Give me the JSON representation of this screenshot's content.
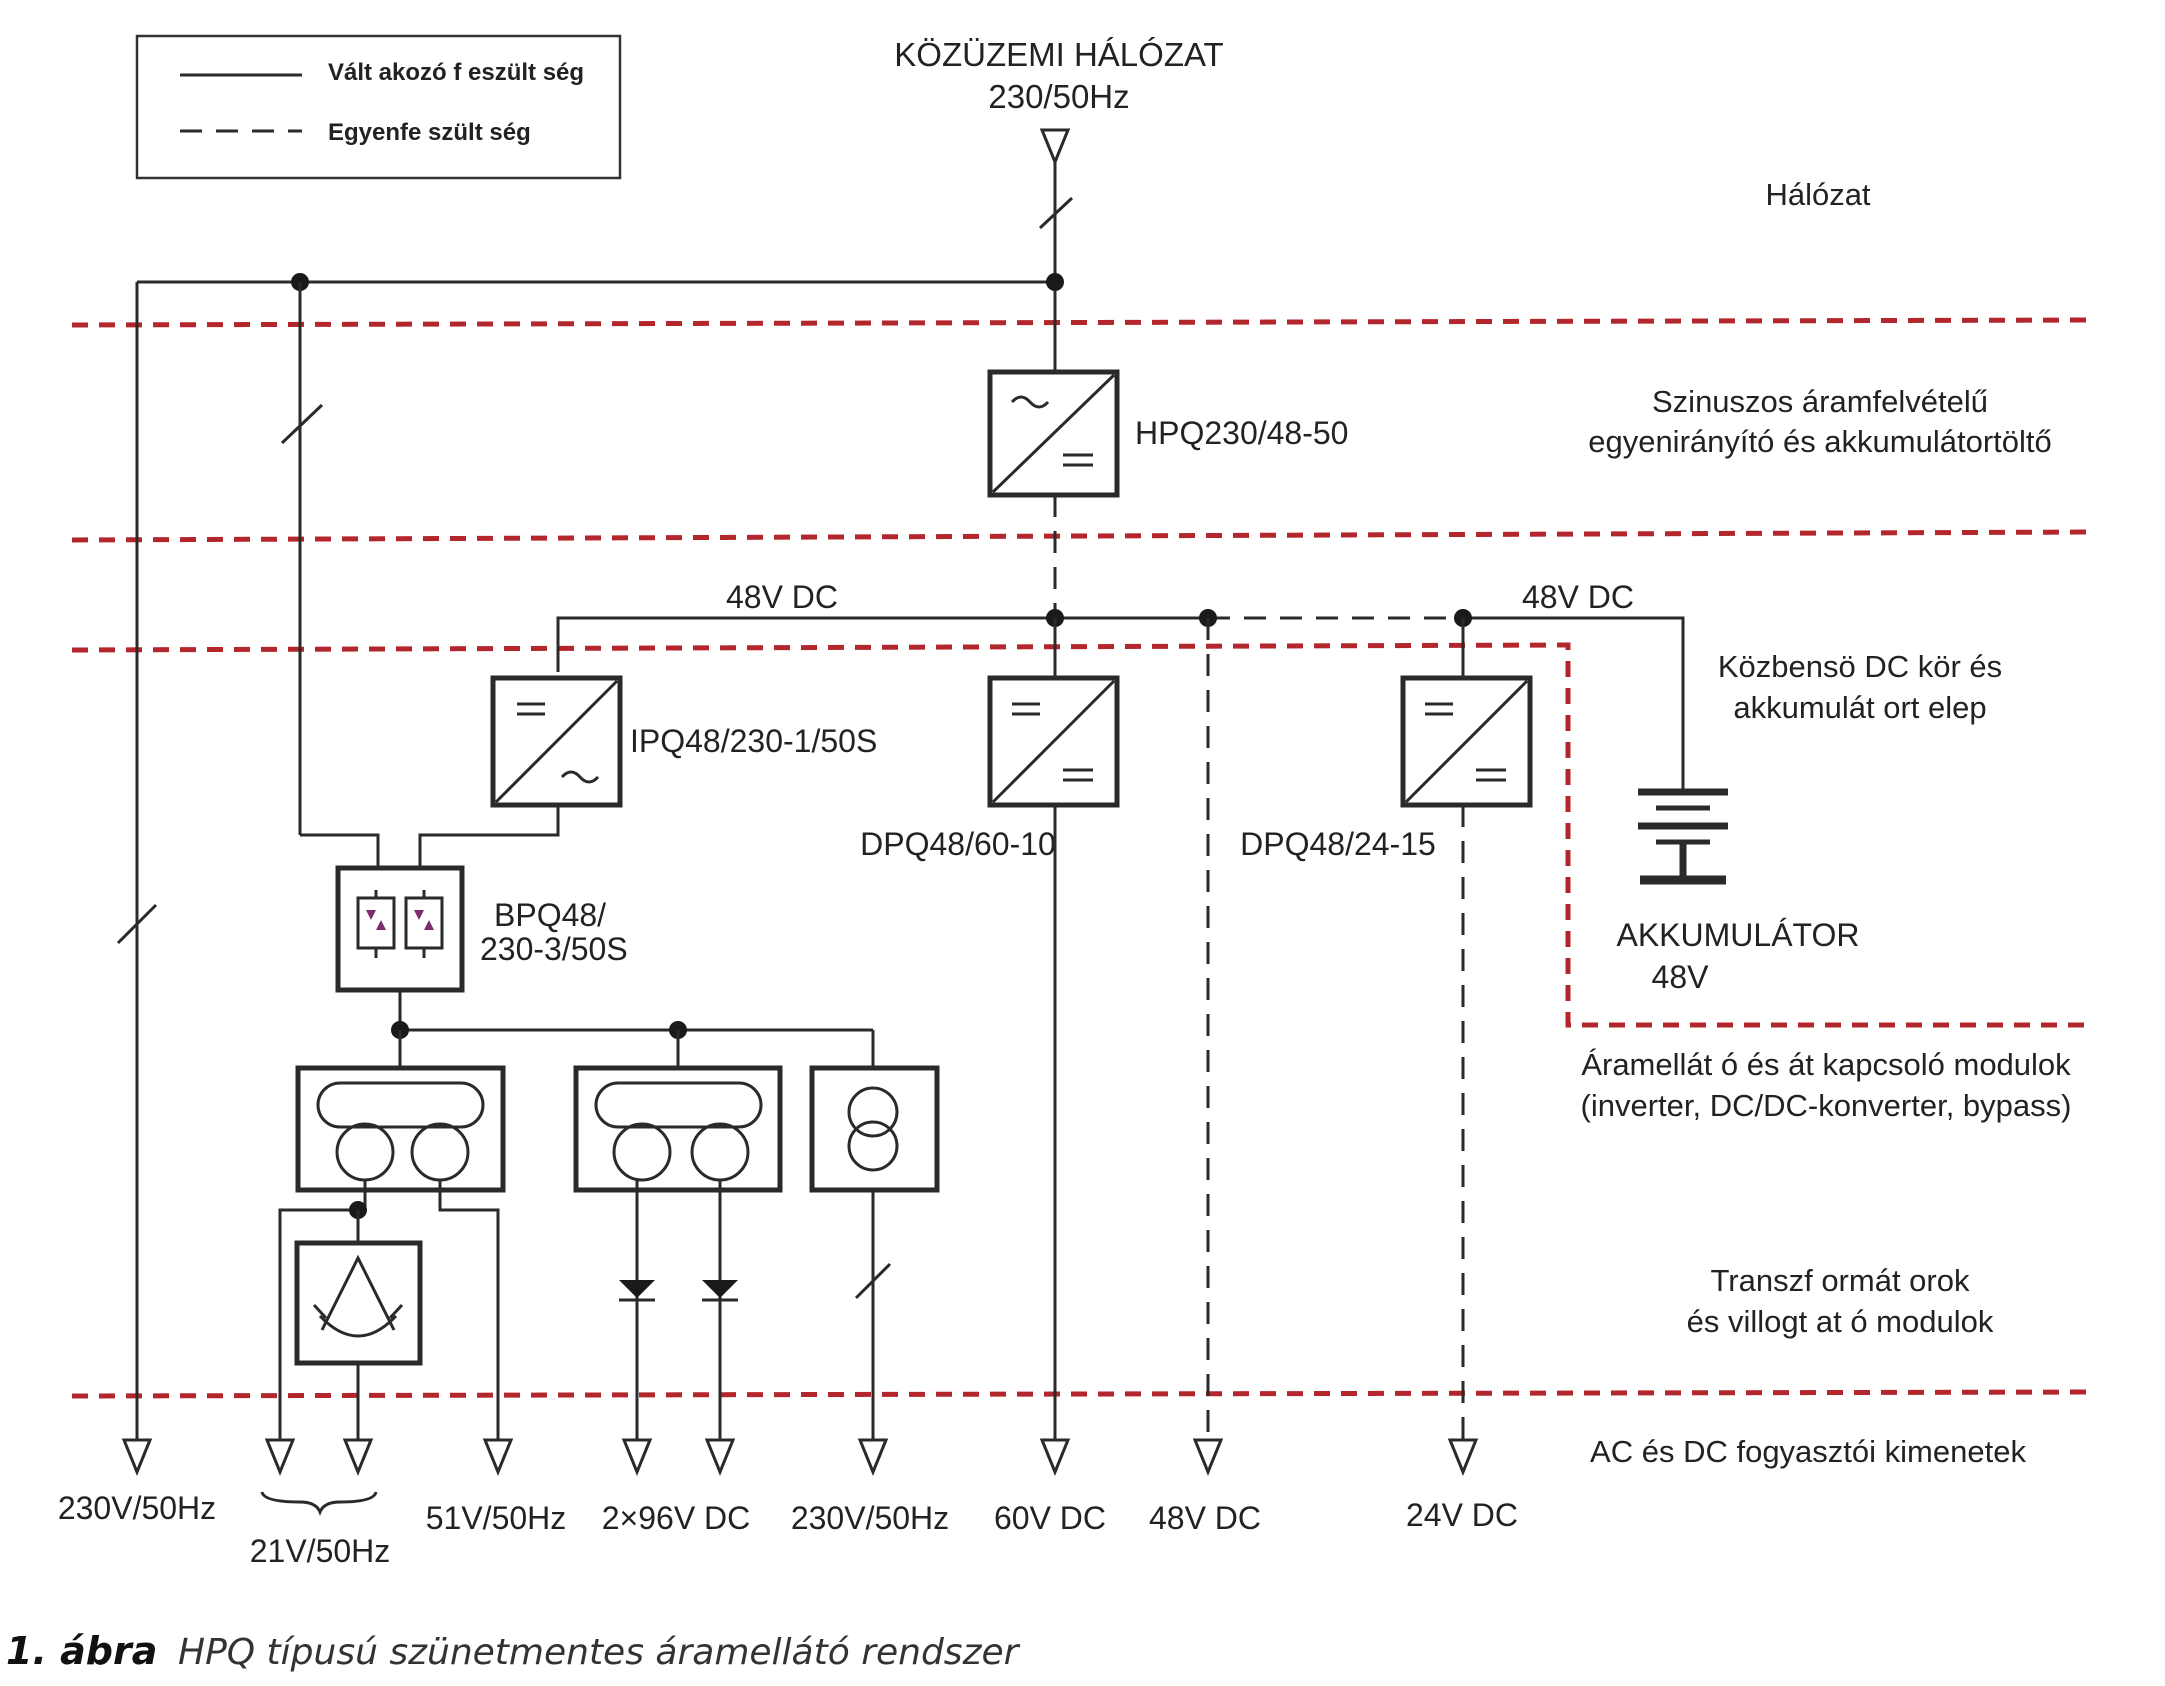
{
  "legend": {
    "ac_label": "Vált akozó f eszült ség",
    "dc_label": "Egyenfe szült ség"
  },
  "grid": {
    "title": "KÖZÜZEMI HÁLÓZAT",
    "spec": "230/50Hz"
  },
  "zones": {
    "network": "Hálózat",
    "rectifier_line1": "Szinuszos áramfelvételű",
    "rectifier_line2": "egyenirányító és akkumulátortöltő",
    "dc_line1": "Közbensö DC kör és",
    "dc_line2": "akkumulát ort elep",
    "modules_line1": "Áramellát ó és át kapcsoló modulok",
    "modules_line2": "(inverter, DC/DC-konverter, bypass)",
    "trafo_line1": "Transzf ormát orok",
    "trafo_line2": "és villogt at ó modulok",
    "outputs": "AC és DC fogyasztói kimenetek"
  },
  "components": {
    "rectifier": "HPQ230/48-50",
    "inverter": "IPQ48/230-1/50S",
    "conv60": "DPQ48/60-10",
    "conv24": "DPQ48/24-15",
    "bypass_line1": "BPQ48/",
    "bypass_line2": "230-3/50S",
    "battery_line1": "AKKUMULÁTOR",
    "battery_line2": "48V"
  },
  "bus": {
    "dc_left": "48V DC",
    "dc_right": "48V DC"
  },
  "outputs": {
    "o1": "230V/50Hz",
    "o2": "21V/50Hz",
    "o3": "51V/50Hz",
    "o4": "2×96V DC",
    "o5": "230V/50Hz",
    "o6": "60V DC",
    "o7": "48V DC",
    "o8": "24V DC"
  },
  "caption": {
    "number": "1. ábra",
    "text": "HPQ típusú szünetmentes áramellátó rendszer"
  },
  "colors": {
    "zone_line": "#b3262b",
    "wire": "#2a2a2a"
  }
}
